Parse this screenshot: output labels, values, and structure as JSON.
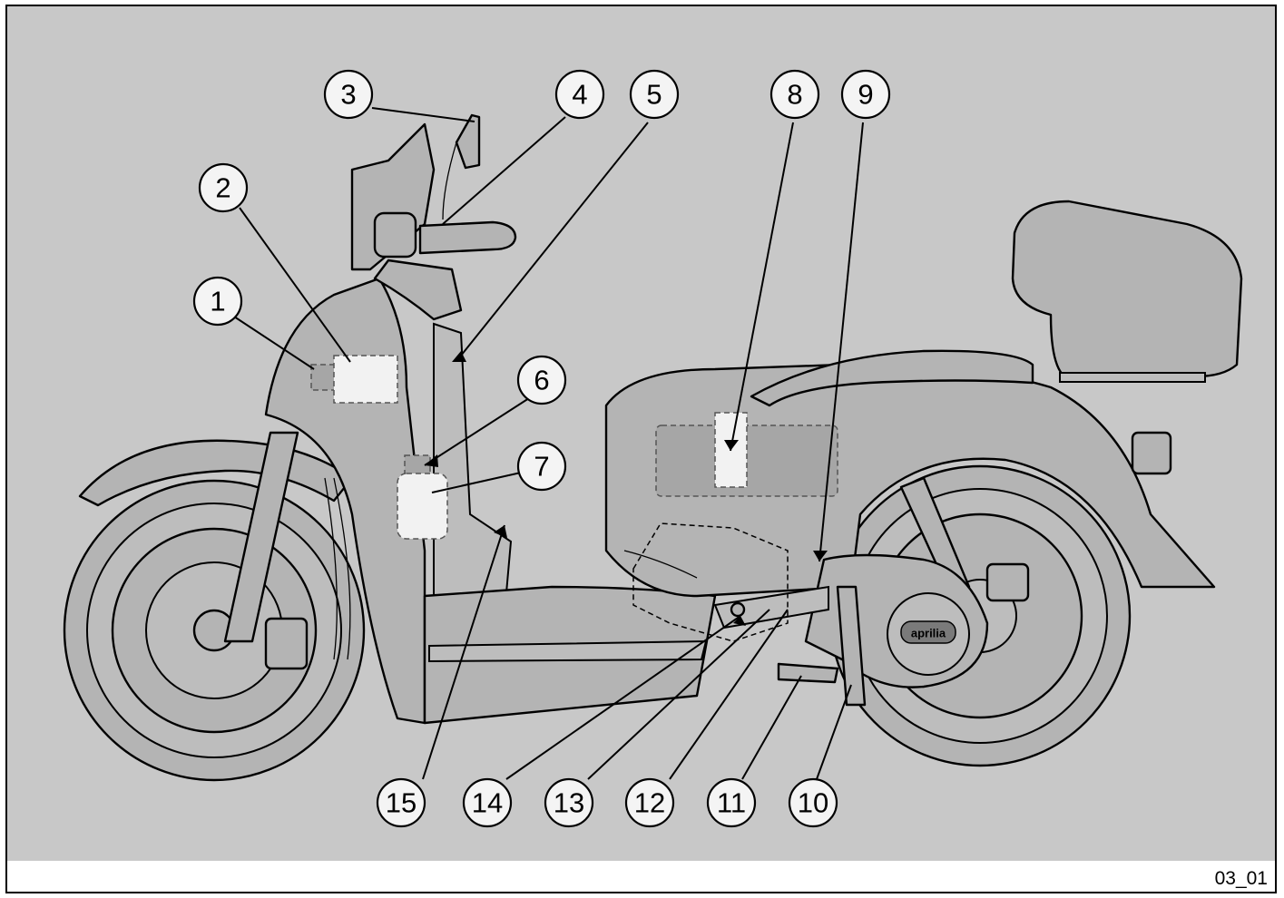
{
  "figure_code": "03_01",
  "callouts": [
    {
      "id": "callout-1",
      "label": "1"
    },
    {
      "id": "callout-2",
      "label": "2"
    },
    {
      "id": "callout-3",
      "label": "3"
    },
    {
      "id": "callout-4",
      "label": "4"
    },
    {
      "id": "callout-5",
      "label": "5"
    },
    {
      "id": "callout-6",
      "label": "6"
    },
    {
      "id": "callout-7",
      "label": "7"
    },
    {
      "id": "callout-8",
      "label": "8"
    },
    {
      "id": "callout-9",
      "label": "9"
    },
    {
      "id": "callout-10",
      "label": "10"
    },
    {
      "id": "callout-11",
      "label": "11"
    },
    {
      "id": "callout-12",
      "label": "12"
    },
    {
      "id": "callout-13",
      "label": "13"
    },
    {
      "id": "callout-14",
      "label": "14"
    },
    {
      "id": "callout-15",
      "label": "15"
    }
  ],
  "brand_badge": "aprilia",
  "colors": {
    "background": "#c8c8c8",
    "body": "#b4b4b4",
    "outline": "#000000",
    "callout_fill": "#f4f4f4"
  }
}
